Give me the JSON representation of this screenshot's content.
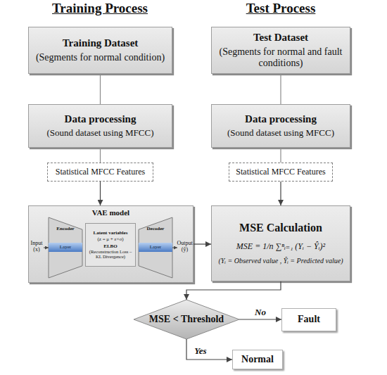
{
  "diagram": {
    "nodes": [
      {
        "text": [
          "Training Dataset",
          "(Segments for normal condition)"
        ]
      },
      {
        "text": [
          "Test Dataset",
          "(Segments for normal and fault conditions)"
        ]
      },
      {
        "text": [
          "Data processing",
          "(Sound dataset using MFCC)"
        ]
      },
      {
        "text": [
          "Data processing",
          "(Sound dataset using MFCC)"
        ]
      },
      {
        "text": [
          "Statistical MFCC Features"
        ]
      },
      {
        "text": [
          "Statistical MFCC Features"
        ]
      },
      {
        "text": [
          "VAE model"
        ]
      },
      {
        "text": [
          "Encoder",
          "Layer"
        ],
        "in": 6
      },
      {
        "text": [
          "Latent variables",
          "(z = μ + ε×σ)",
          "ELBO",
          "(Reconstruction Loss – KL Divergence)"
        ],
        "in": 6
      },
      {
        "text": [
          "Decoder",
          "Layer"
        ],
        "in": 6
      },
      {
        "text": [
          "MSE Calculation",
          "MSE = 1/n ∑ⁿᵢ₌₁ (Yᵢ − Ŷᵢ)²",
          "(Yᵢ = Observed value , Ŷᵢ = Predicted value)"
        ]
      },
      {
        "text": [
          "MSE < Threshold"
        ]
      },
      {
        "text": [
          "Fault"
        ]
      },
      {
        "text": [
          "Normal"
        ]
      }
    ],
    "edges": [
      {
        "from": 0,
        "to": 2,
        "arrow": "none"
      },
      {
        "from": 1,
        "to": 3,
        "arrow": "none"
      },
      {
        "from": 2,
        "to": 4,
        "arrow": "none"
      },
      {
        "from": 3,
        "to": 5,
        "arrow": "none"
      },
      {
        "from": 4,
        "to": 6,
        "arrow": "to"
      },
      {
        "from": 5,
        "to": 10,
        "arrow": "to"
      },
      {
        "from": 6,
        "to": 10,
        "arrow": "to"
      },
      {
        "from": 10,
        "to": 11,
        "arrow": "to"
      },
      {
        "from": 11,
        "to": 12,
        "label": "No",
        "arrow": "to"
      },
      {
        "from": 11,
        "to": 13,
        "label": "Yes",
        "arrow": "to"
      }
    ],
    "labels": [
      "Training Process",
      "Test Process",
      "Input (x)",
      "Output (ŷ)"
    ]
  }
}
